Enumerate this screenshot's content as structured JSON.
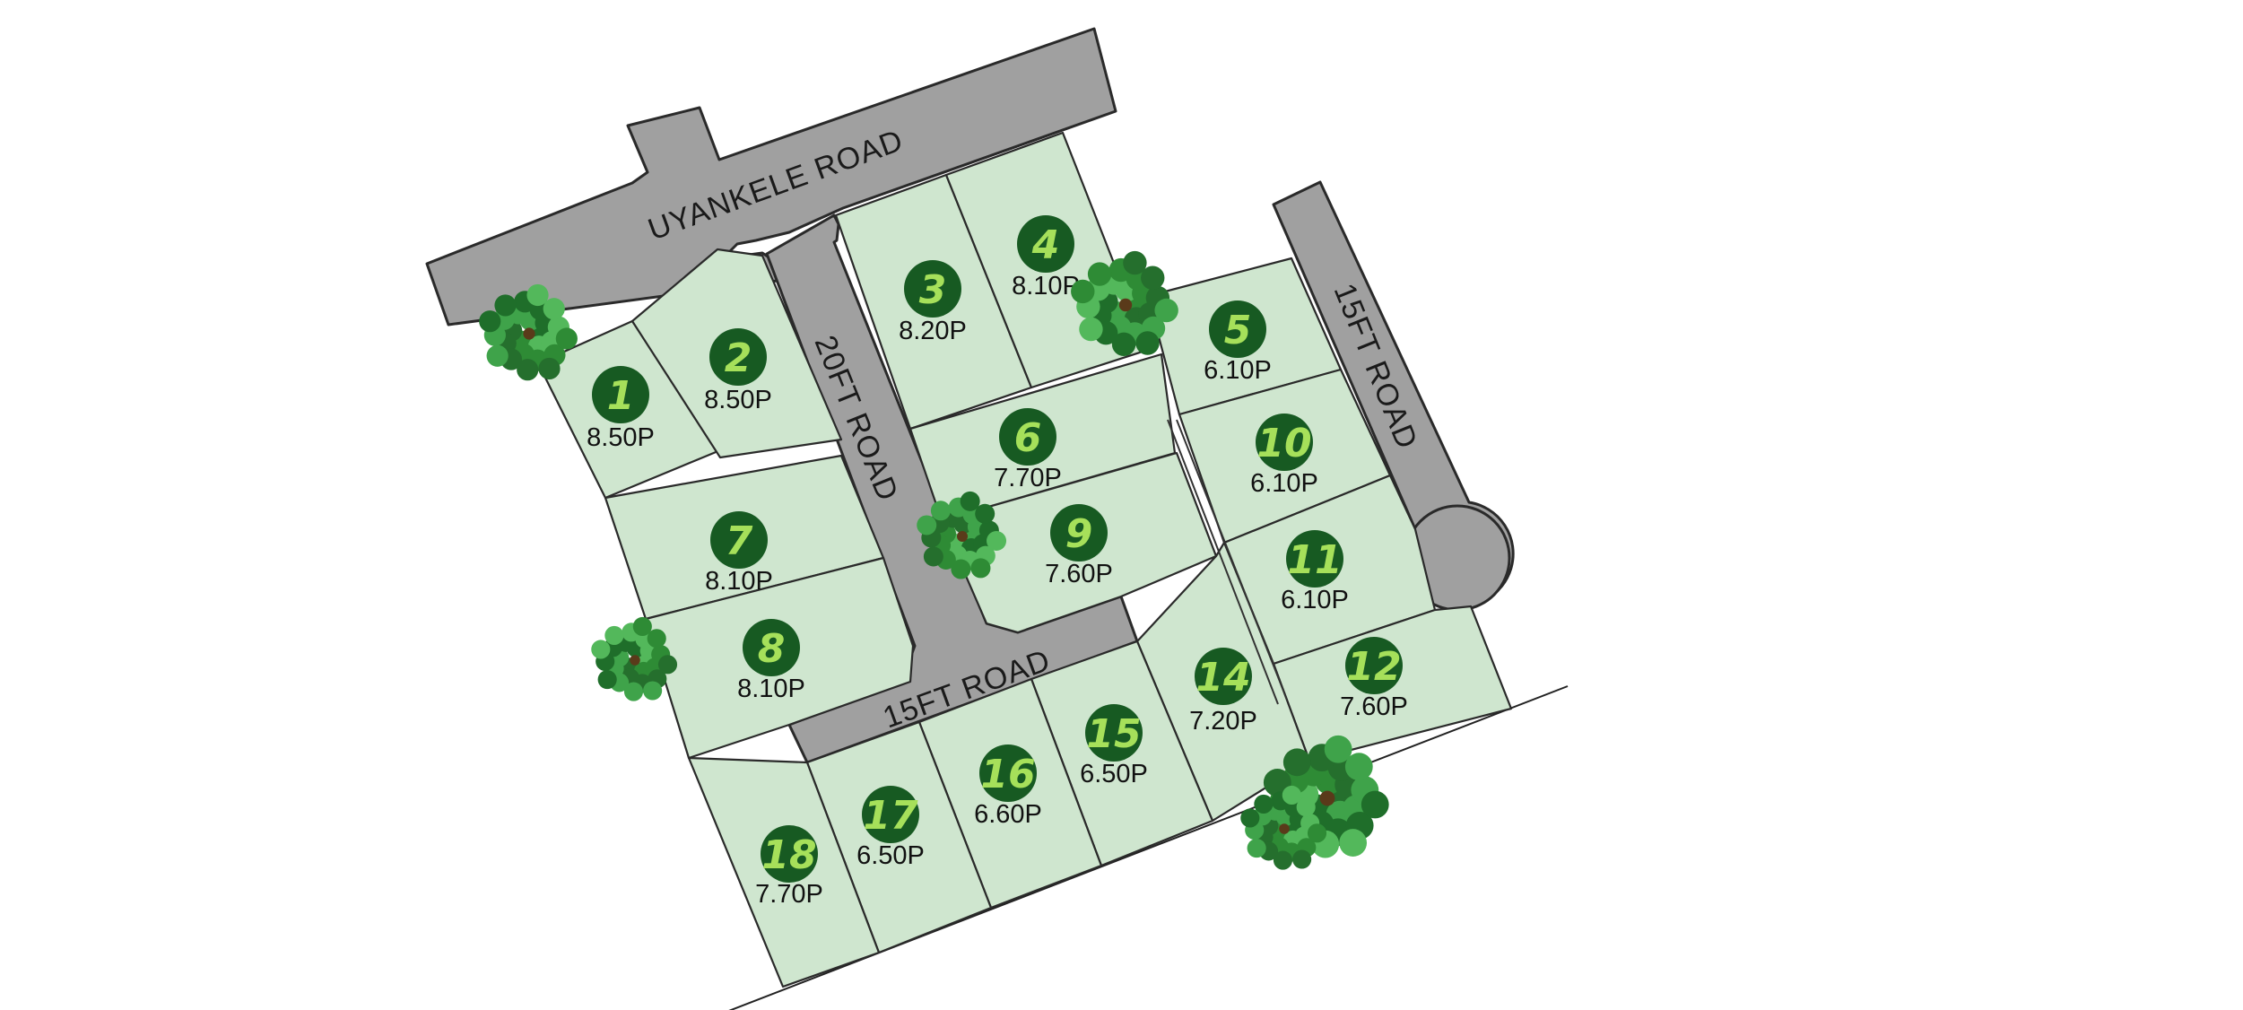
{
  "roads": {
    "main": "UYANKELE ROAD",
    "inner": "20FT ROAD",
    "lower": "15FT ROAD",
    "side": "15FT ROAD"
  },
  "lots": [
    {
      "number": "1",
      "size": "8.50P"
    },
    {
      "number": "2",
      "size": "8.50P"
    },
    {
      "number": "3",
      "size": "8.20P"
    },
    {
      "number": "4",
      "size": "8.10P"
    },
    {
      "number": "5",
      "size": "6.10P"
    },
    {
      "number": "6",
      "size": "7.70P"
    },
    {
      "number": "7",
      "size": "8.10P"
    },
    {
      "number": "8",
      "size": "8.10P"
    },
    {
      "number": "9",
      "size": "7.60P"
    },
    {
      "number": "10",
      "size": "6.10P"
    },
    {
      "number": "11",
      "size": "6.10P"
    },
    {
      "number": "12",
      "size": "7.60P"
    },
    {
      "number": "14",
      "size": "7.20P"
    },
    {
      "number": "15",
      "size": "6.50P"
    },
    {
      "number": "16",
      "size": "6.60P"
    },
    {
      "number": "17",
      "size": "6.50P"
    },
    {
      "number": "18",
      "size": "7.70P"
    }
  ],
  "colors": {
    "lot_fill": "#cfe6cf",
    "road_fill": "#a0a0a0",
    "badge": "#175a22",
    "badge_text": "#a6e05a",
    "tree": "#2e8b35"
  }
}
